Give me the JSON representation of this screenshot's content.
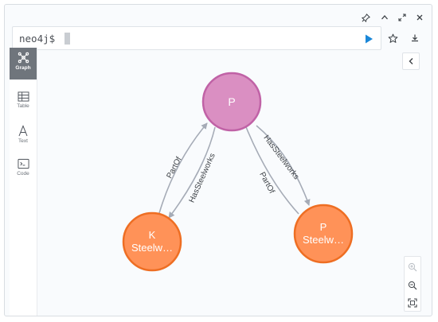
{
  "editor": {
    "prompt": "neo4j$"
  },
  "sidebar": {
    "items": [
      {
        "label": "Graph",
        "icon": "graph-icon",
        "active": true
      },
      {
        "label": "Table",
        "icon": "table-icon",
        "active": false
      },
      {
        "label": "Text",
        "icon": "text-icon",
        "active": false
      },
      {
        "label": "Code",
        "icon": "code-icon",
        "active": false
      }
    ]
  },
  "graph": {
    "nodes": [
      {
        "id": "p_top",
        "line1": "P",
        "line2": "",
        "color": "#da8fc2",
        "stroke": "#c062a6"
      },
      {
        "id": "k_left",
        "line1": "K",
        "line2": "Steelw…",
        "color": "#ff9258",
        "stroke": "#ee6e23"
      },
      {
        "id": "p_right",
        "line1": "P",
        "line2": "Steelw…",
        "color": "#ff9258",
        "stroke": "#ee6e23"
      }
    ],
    "relationships": [
      {
        "id": "r1",
        "label": "PartOf"
      },
      {
        "id": "r2",
        "label": "HasSteelworks"
      },
      {
        "id": "r3",
        "label": "PartOf"
      },
      {
        "id": "r4",
        "label": "HasSteelworks"
      }
    ],
    "edge_color": "#a5abb6"
  },
  "colors": {
    "accent": "#1a87d8"
  }
}
